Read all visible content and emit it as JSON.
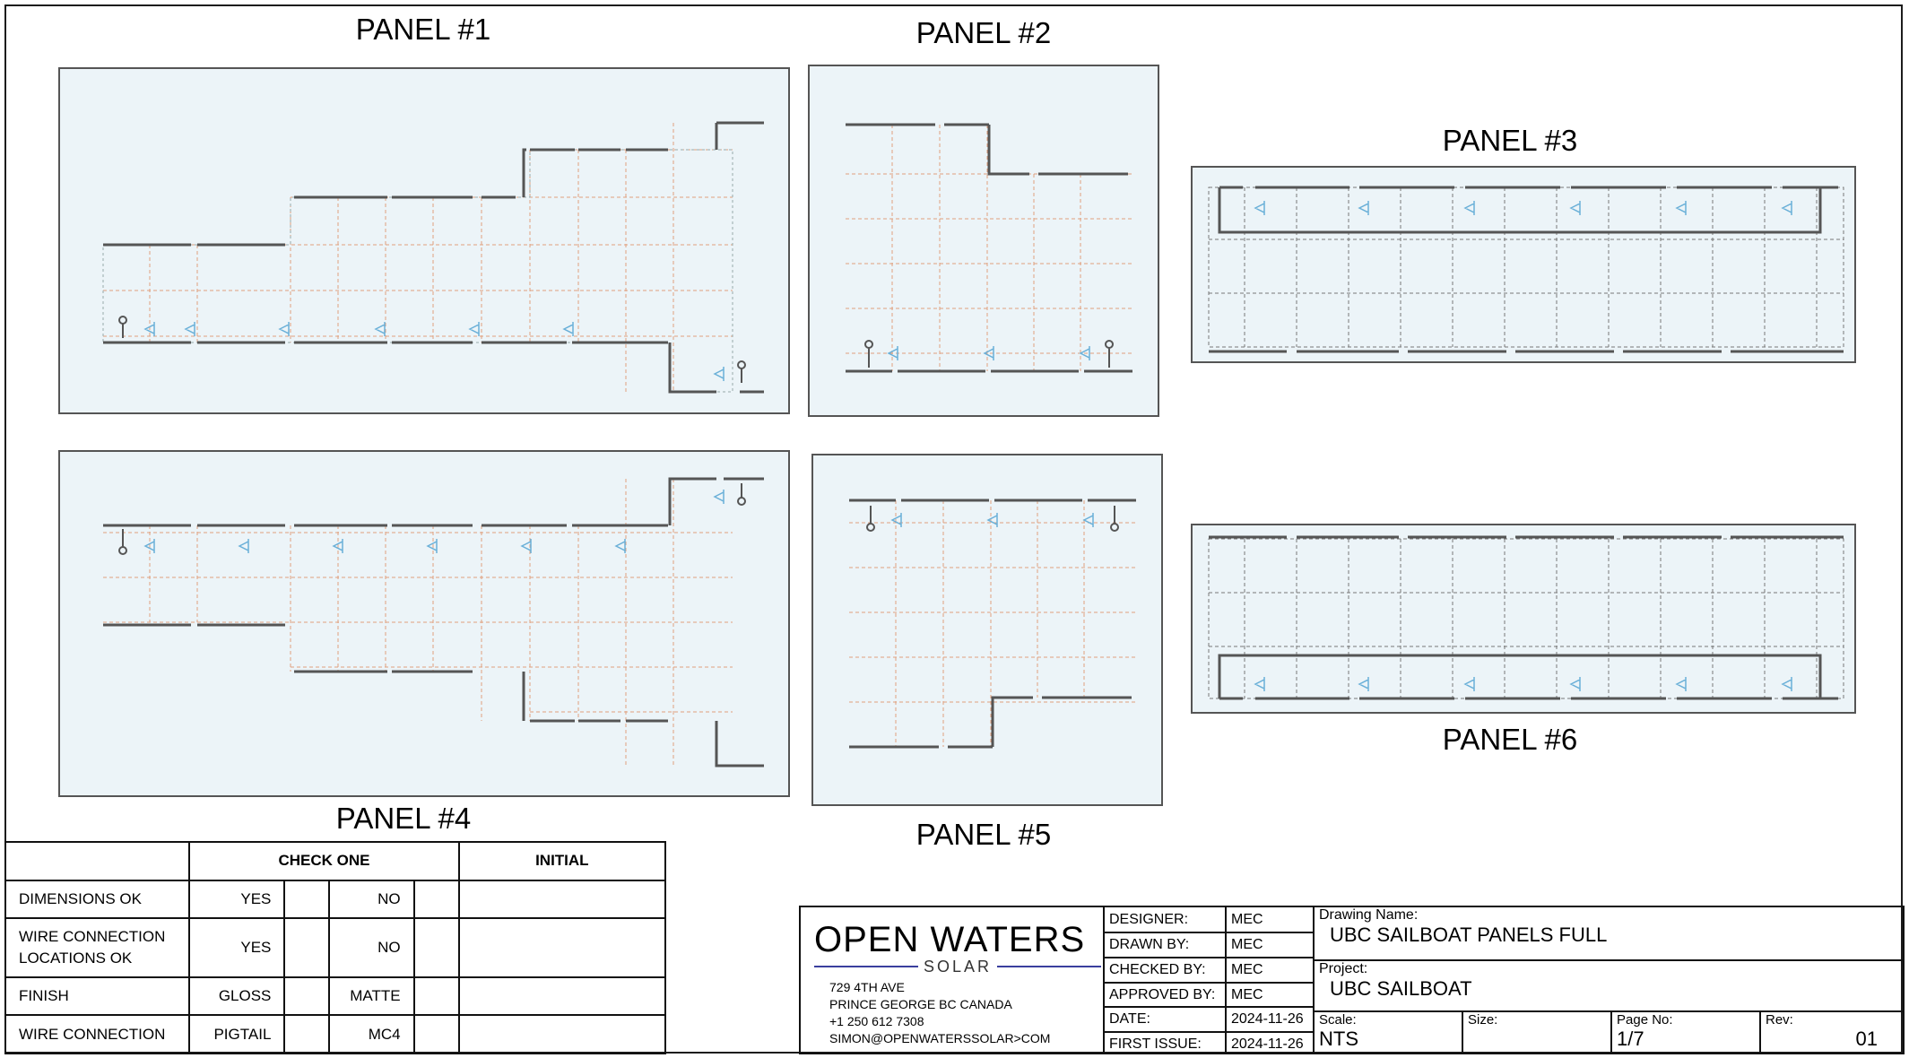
{
  "panels": [
    {
      "title": "PANEL #1"
    },
    {
      "title": "PANEL #2"
    },
    {
      "title": "PANEL #3"
    },
    {
      "title": "PANEL #4"
    },
    {
      "title": "PANEL #5"
    },
    {
      "title": "PANEL #6"
    }
  ],
  "checklist": {
    "headers": {
      "check_one": "CHECK ONE",
      "initial": "INITIAL"
    },
    "rows": [
      {
        "label": "DIMENSIONS OK",
        "opt1": "YES",
        "opt2": "NO"
      },
      {
        "label": "WIRE CONNECTION LOCATIONS OK",
        "opt1": "YES",
        "opt2": "NO"
      },
      {
        "label": "FINISH",
        "opt1": "GLOSS",
        "opt2": "MATTE"
      },
      {
        "label": "WIRE CONNECTION",
        "opt1": "PIGTAIL",
        "opt2": "MC4"
      }
    ]
  },
  "title_block": {
    "company": {
      "name": "OPEN WATERS",
      "sub": "SOLAR",
      "address1": "729 4TH AVE",
      "address2": "PRINCE GEORGE BC CANADA",
      "phone": "+1 250 612 7308",
      "email": "SIMON@OPENWATERSSOLAR>COM"
    },
    "fields": [
      {
        "label": "DESIGNER:",
        "value": "MEC"
      },
      {
        "label": "DRAWN BY:",
        "value": "MEC"
      },
      {
        "label": "CHECKED BY:",
        "value": "MEC"
      },
      {
        "label": "APPROVED BY:",
        "value": "MEC"
      },
      {
        "label": "DATE:",
        "value": "2024-11-26"
      },
      {
        "label": "FIRST ISSUE:",
        "value": "2024-11-26"
      }
    ],
    "drawing_name_label": "Drawing Name:",
    "drawing_name": "UBC SAILBOAT PANELS FULL",
    "project_label": "Project:",
    "project": "UBC SAILBOAT",
    "scale_label": "Scale:",
    "scale": "NTS",
    "size_label": "Size:",
    "size": "",
    "page_label": "Page No:",
    "page": "1/7",
    "rev_label": "Rev:",
    "rev": "01"
  }
}
